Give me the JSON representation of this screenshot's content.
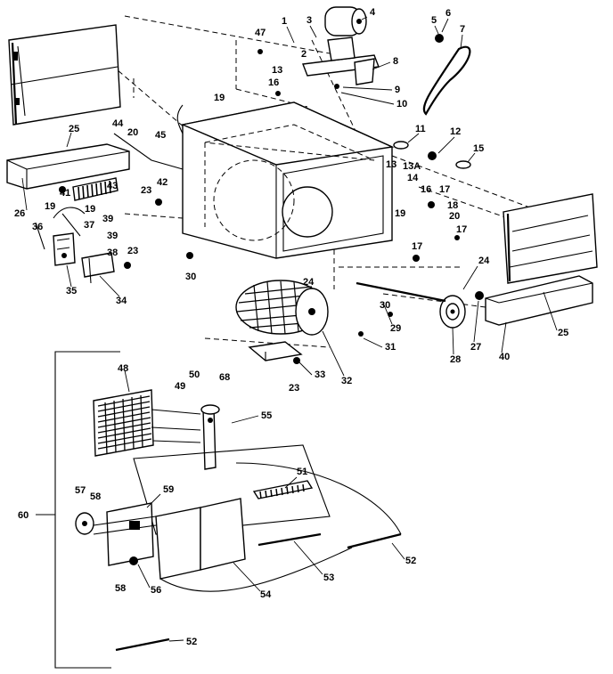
{
  "colors": {
    "ink": "#000000",
    "paper": "#ffffff"
  },
  "labels": {
    "l1": "1",
    "l2": "2",
    "l3": "3",
    "l4": "4",
    "l5": "5",
    "l6": "6",
    "l7": "7",
    "l8": "8",
    "l9": "9",
    "l10": "10",
    "l11": "11",
    "l12": "12",
    "l13a": "13",
    "l13b": "13",
    "l13c": "13A",
    "l14": "14",
    "l15": "15",
    "l16a": "16",
    "l16b": "16",
    "l17a": "17",
    "l17b": "17",
    "l17c": "17",
    "l18": "18",
    "l19a": "19",
    "l19b": "19",
    "l19c": "19",
    "l19d": "19",
    "l20a": "20",
    "l20b": "20",
    "l23a": "23",
    "l23b": "23",
    "l23c": "23",
    "l24a": "24",
    "l24b": "24",
    "l25a": "25",
    "l25b": "25",
    "l26": "26",
    "l27": "27",
    "l28": "28",
    "l29": "29",
    "l30a": "30",
    "l30b": "30",
    "l31": "31",
    "l32": "32",
    "l33": "33",
    "l34": "34",
    "l35": "35",
    "l36": "36",
    "l37": "37",
    "l38": "38",
    "l39a": "39",
    "l39b": "39",
    "l40": "40",
    "l41": "41",
    "l42": "42",
    "l43": "43",
    "l44": "44",
    "l45": "45",
    "l47": "47",
    "l48": "48",
    "l49": "49",
    "l50": "50",
    "l51": "51",
    "l52a": "52",
    "l52b": "52",
    "l53": "53",
    "l54": "54",
    "l55": "55",
    "l56": "56",
    "l57": "57",
    "l58a": "58",
    "l58b": "58",
    "l59": "59",
    "l60": "60",
    "l68": "68"
  }
}
